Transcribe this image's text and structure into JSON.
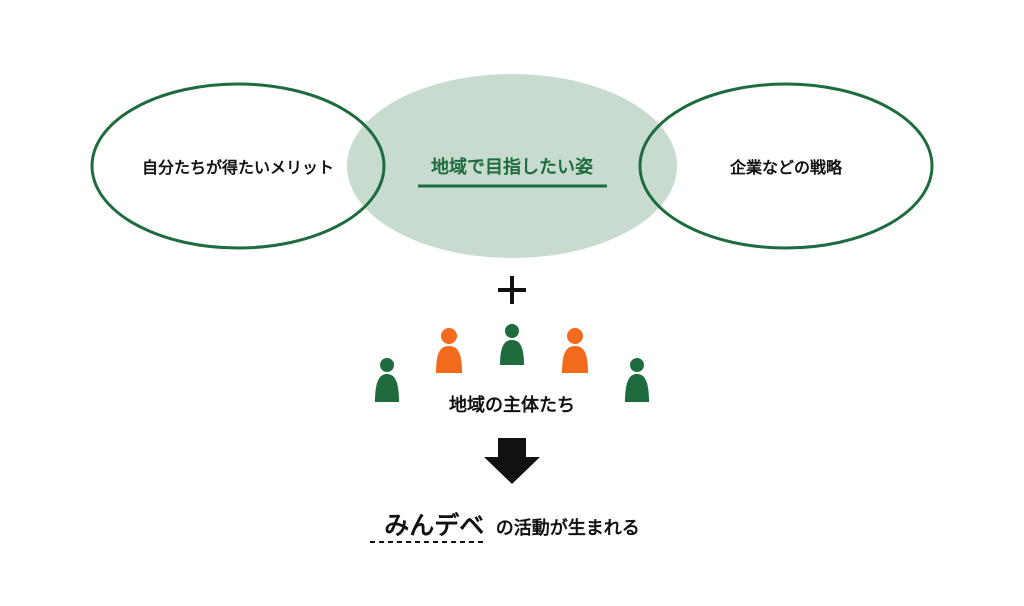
{
  "diagram": {
    "left_circle": {
      "label": "自分たちが得たいメリット"
    },
    "center_circle": {
      "label": "地域で目指したい姿"
    },
    "right_circle": {
      "label": "企業などの戦略"
    },
    "plus_symbol": "+",
    "actors": {
      "label": "地域の主体たち"
    },
    "result": {
      "brand": "みんデベ",
      "text": "の活動が生まれる"
    }
  },
  "colors": {
    "green": "#1e6b3e",
    "light_green": "#c7dccf",
    "orange": "#f26a1b",
    "black": "#111111"
  },
  "icons": [
    "person-icon",
    "down-arrow-icon",
    "plus-icon"
  ]
}
